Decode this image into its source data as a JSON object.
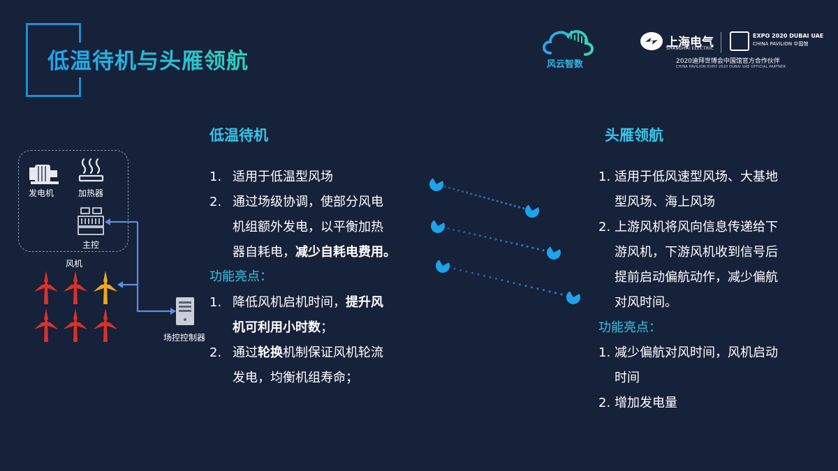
{
  "title": "低温待机与头雁领航",
  "logos": {
    "cloud_text": "风云智数",
    "se_name": "上海电气",
    "se_en": "SHANGHAI ELECTRIC",
    "expo_line1": "EXPO 2020 DUBAI UAE",
    "expo_line2": "CHINA PAVILION 中国馆",
    "partner_cn": "2020迪拜世博会中国馆官方合作伙伴",
    "partner_en": "CHINA PAVILION EXPO 2020 DUBAI UAE OFFICIAL PARTNER"
  },
  "diagram": {
    "generator": "发电机",
    "heater": "加热器",
    "main_control": "主控",
    "turbines": "风机",
    "farm_controller": "场控控制器",
    "colors": {
      "turbine_red": "#d9322a",
      "turbine_active": "#f0a81c",
      "arrow": "#5b8fe0"
    }
  },
  "left": {
    "title": "低温待机",
    "items": [
      {
        "num": "1.",
        "lines": [
          "适用于低温型风场"
        ]
      },
      {
        "num": "2.",
        "lines": [
          "通过场级协调，使部分风电",
          "机组额外发电，以平衡加热"
        ],
        "line3_plain": "器自耗电，",
        "line3_bold": "减少自耗电费用。"
      }
    ],
    "highlight_title": "功能亮点：",
    "highlights": [
      {
        "num": "1.",
        "l1_plain": "降低风机启机时间，",
        "l1_bold": "提升风",
        "l2_bold": "机可利用小时数",
        "l2_plain": "；"
      },
      {
        "num": "2.",
        "l1_plain_a": "通过",
        "l1_bold": "轮换",
        "l1_plain_b": "机制保证风机轮流",
        "l2_plain": "发电，均衡机组寿命；"
      }
    ]
  },
  "right": {
    "title": "头雁领航",
    "items": [
      {
        "num": "1.",
        "lines": [
          "适用于低风速型风场、大基地",
          "型风场、海上风场"
        ]
      },
      {
        "num": "2.",
        "lines": [
          "上游风机将风向信息传递给下",
          "游风机，下游风机收到信号后",
          "提前启动偏航动作，减少偏航",
          "对风时间。"
        ]
      }
    ],
    "highlight_title": "功能亮点：",
    "highlights": [
      {
        "num": "1.",
        "lines": [
          "减少偏航对风时间，风机启动",
          "时间"
        ]
      },
      {
        "num": "2.",
        "lines": [
          "增加发电量"
        ]
      }
    ]
  }
}
